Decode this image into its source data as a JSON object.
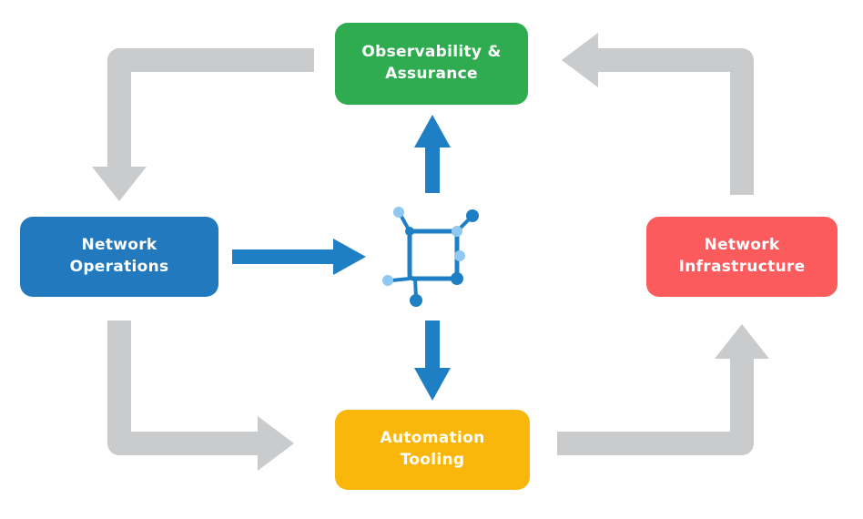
{
  "diagram": {
    "nodes": {
      "observability": {
        "label": "Observability &\nAssurance",
        "color": "#2EAC4F"
      },
      "network_operations": {
        "label": "Network\nOperations",
        "color": "#2279BE"
      },
      "network_infrastructure": {
        "label": "Network\nInfrastructure",
        "color": "#FB5B5D"
      },
      "automation_tooling": {
        "label": "Automation\nTooling",
        "color": "#F8B70A"
      }
    },
    "center_icon": "network-mesh-icon",
    "colors": {
      "green": "#2EAC4F",
      "blue": "#2279BE",
      "red": "#FB5B5D",
      "yellow": "#F8B70A",
      "arrow_gray": "#C9CBCD",
      "arrow_blue": "#1F7FC4",
      "icon_blue": "#1F7FC4",
      "icon_light_blue": "#8FC8F0",
      "text": "#FFFFFF",
      "background": "#FFFFFF"
    }
  }
}
